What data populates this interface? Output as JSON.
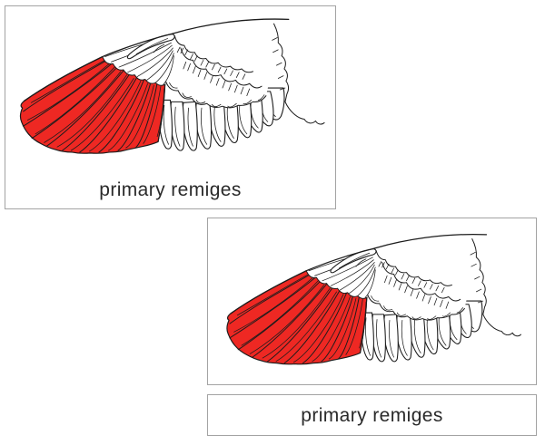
{
  "page": {
    "background": "#ffffff"
  },
  "colors": {
    "feather_red": "#ee2823",
    "outline": "#1c1c1c",
    "card_border": "#a3a3a3",
    "caption_text": "#2a2a2a",
    "page_bg": "#ffffff"
  },
  "cards": {
    "control_card": {
      "caption": "primary remiges"
    },
    "picture_card": {},
    "label_card": {
      "caption": "primary remiges"
    }
  },
  "illustration": {
    "name": "bird-wing-primary-remiges",
    "highlighted_part": "primary remiges",
    "highlight_color": "#ee2823"
  }
}
